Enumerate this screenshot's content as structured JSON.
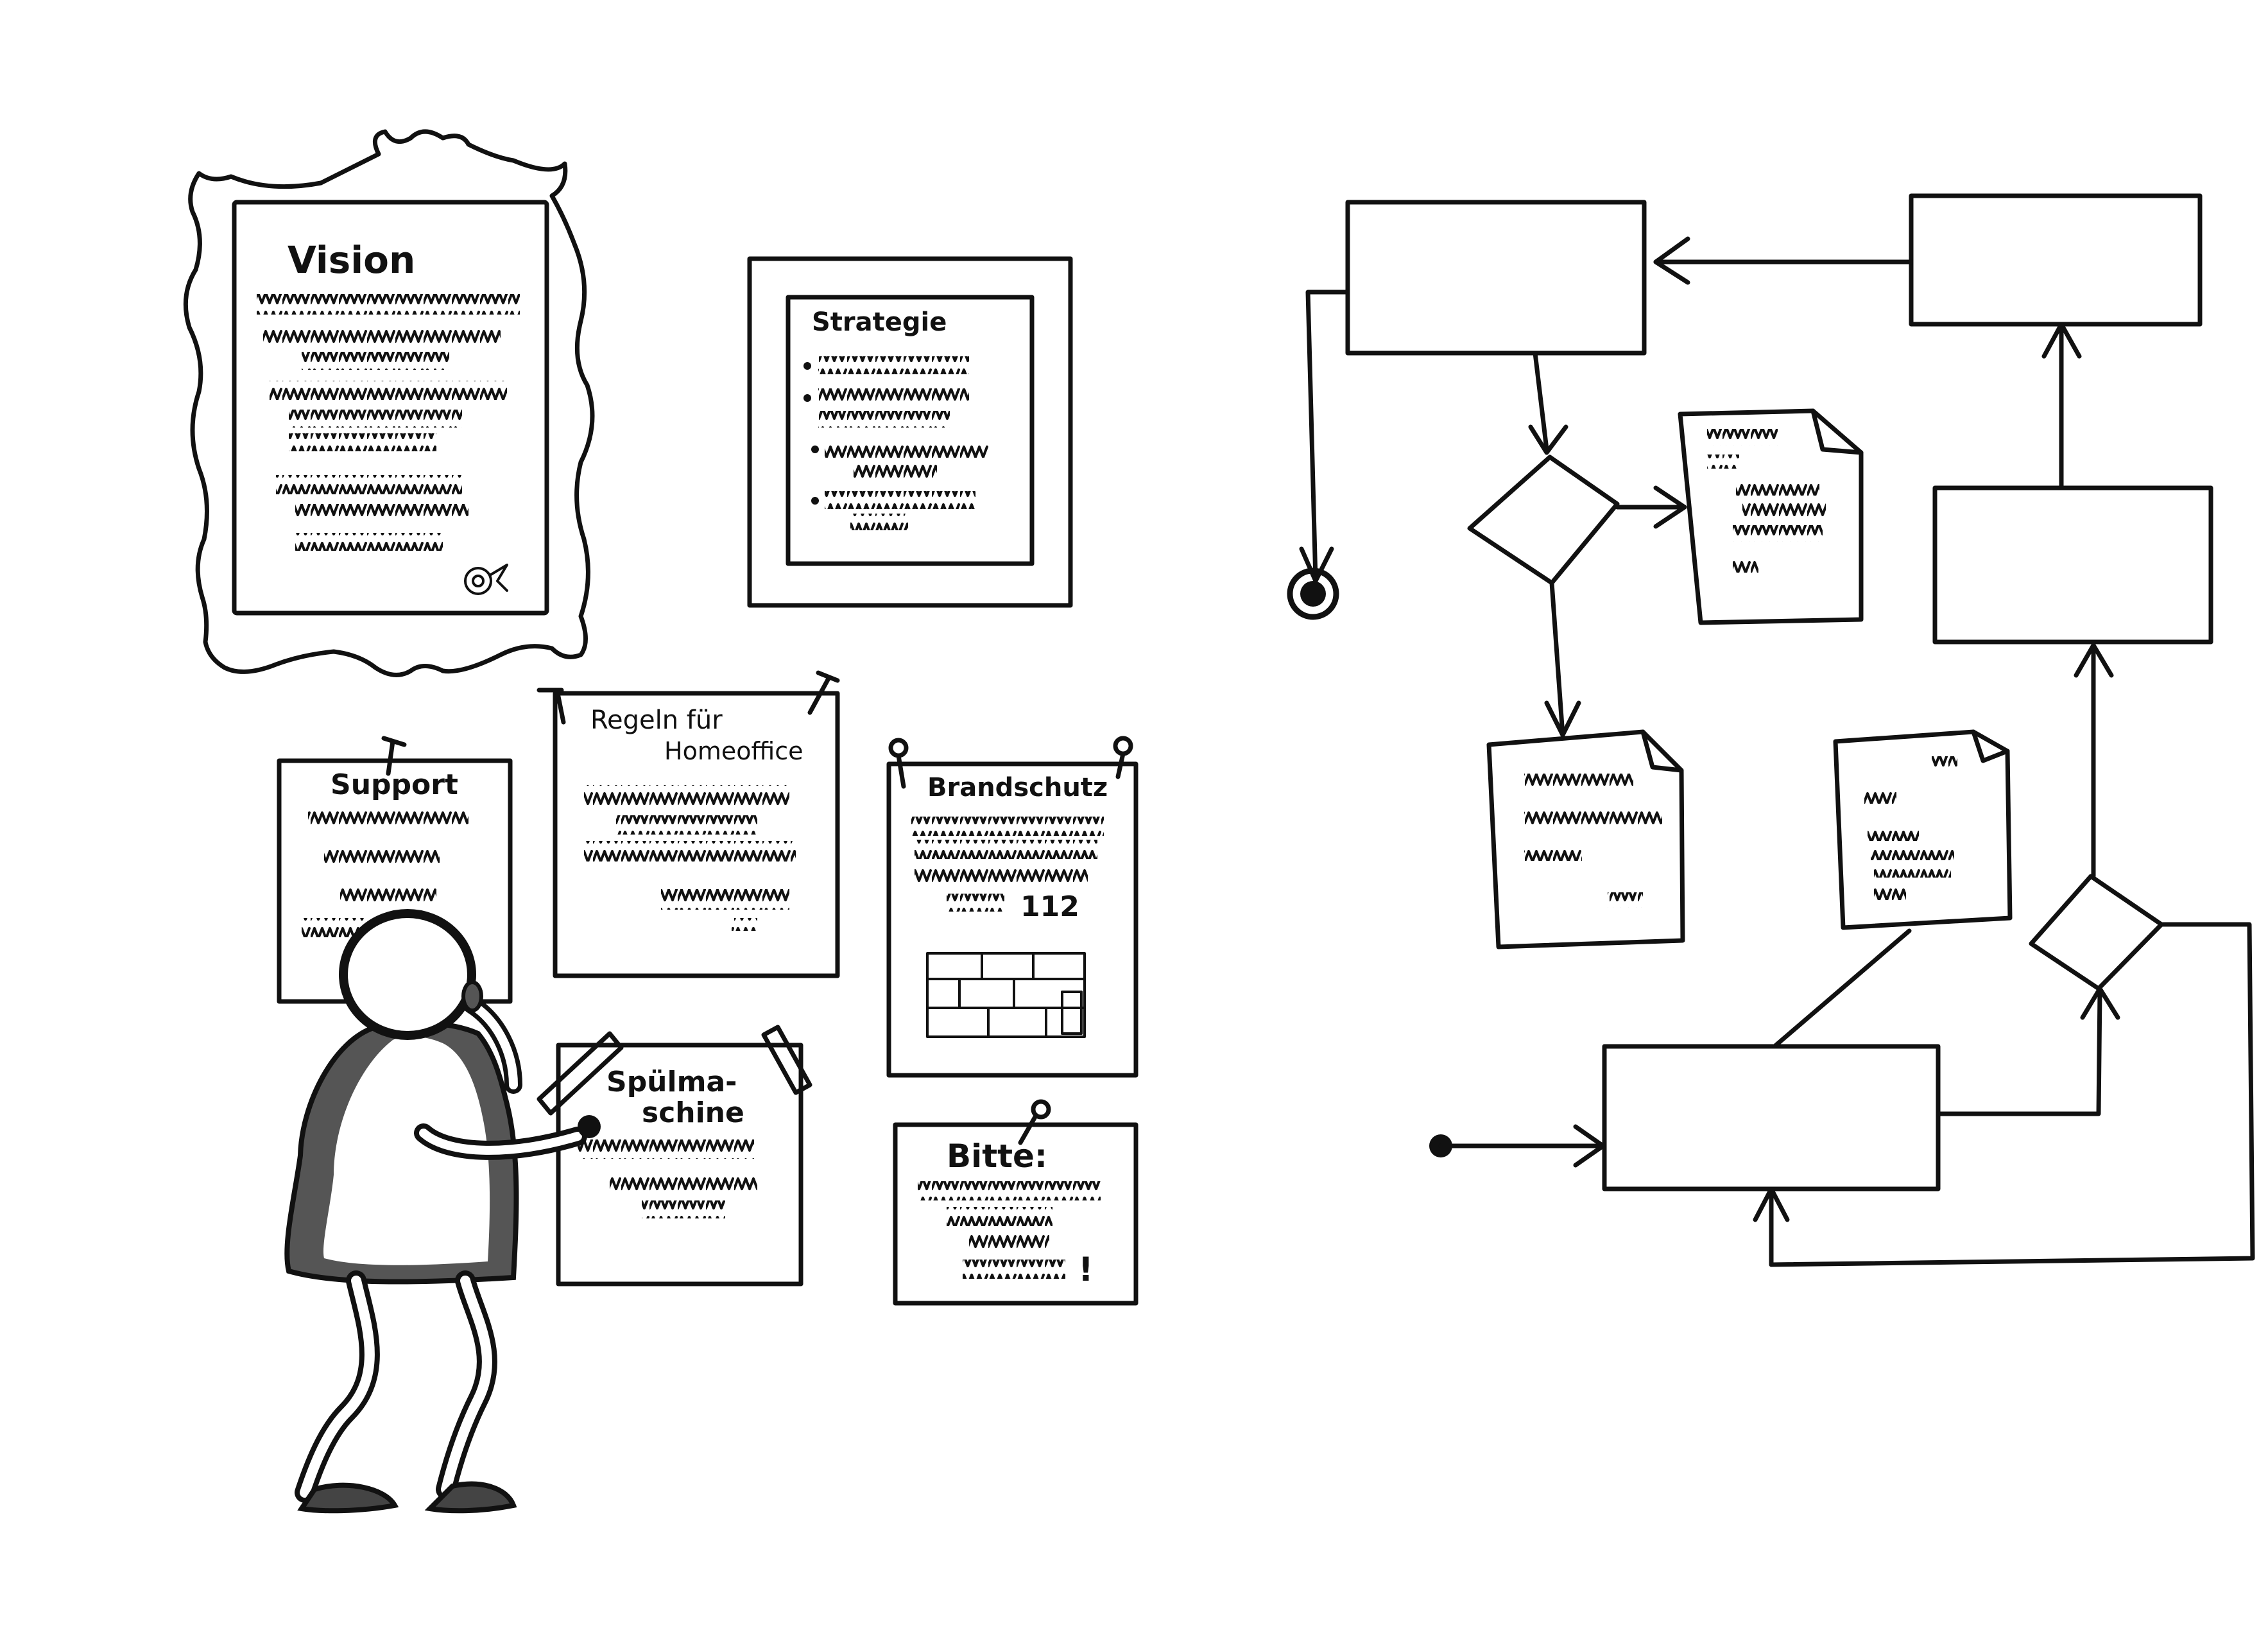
{
  "notices": {
    "vision_title": "Vision",
    "strategie_title": "Strategie",
    "regeln_line1": "Regeln für",
    "regeln_line2": "Homeoffice",
    "support_title": "Support",
    "brandschutz_title": "Brandschutz",
    "brandschutz_number": "112",
    "spuelmaschine_line1": "Spülma-",
    "spuelmaschine_line2": "schine",
    "bitte_title": "Bitte:",
    "bitte_exclaim": "!"
  },
  "colors": {
    "ink": "#111111",
    "paper": "#ffffff"
  },
  "icons": [
    "pushpin-icon",
    "tape-icon",
    "seal-icon",
    "flowchart-start-icon",
    "flowchart-end-icon",
    "document-icon",
    "decision-diamond-icon"
  ]
}
